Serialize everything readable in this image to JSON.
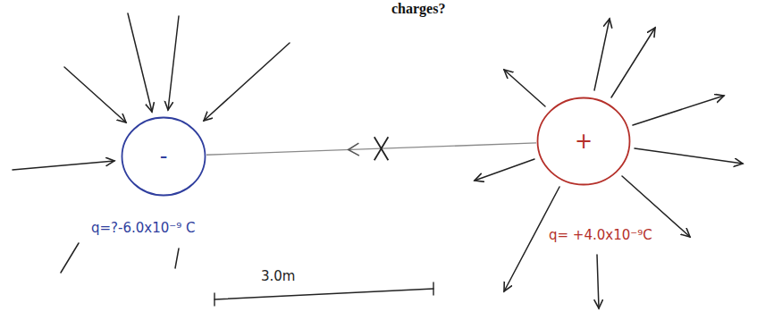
{
  "diagram": {
    "nodes": [
      {
        "text": [
          "-"
        ]
      },
      {
        "text": [
          "+"
        ]
      }
    ],
    "edges": [
      {
        "from": 1,
        "to": 0,
        "arrow": "to"
      }
    ],
    "labels": [
      "charges?",
      "q=?-6.0x10⁻⁹ C",
      "q= +4.0x10⁻⁹C",
      "3.0m"
    ]
  }
}
